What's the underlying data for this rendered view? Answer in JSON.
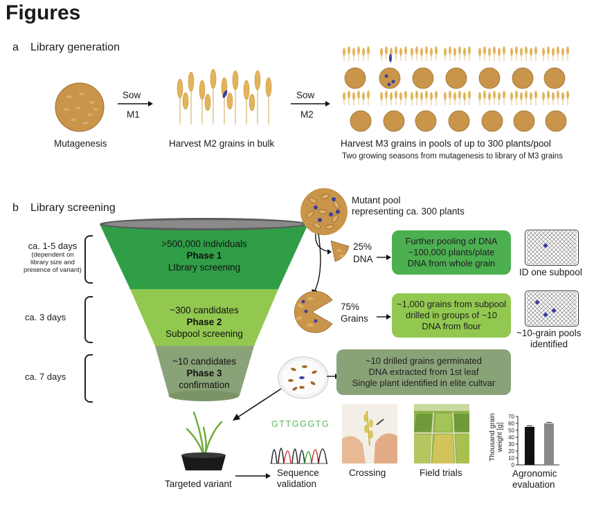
{
  "title": "Figures",
  "section_a": {
    "letter": "a",
    "heading": "Library generation",
    "sow1": "Sow",
    "m1": "M1",
    "sow2": "Sow",
    "m2": "M2",
    "caption_mutagenesis": "Mutagenesis",
    "caption_harvest_m2": "Harvest M2 grains in bulk",
    "caption_harvest_m3": "Harvest M3 grains in pools of up to 300 plants/pool",
    "caption_seasons": "Two growing seasons from mutagenesis to library of M3 grains"
  },
  "section_b": {
    "letter": "b",
    "heading": "Library screening",
    "mutant_pool_line1": "Mutant pool",
    "mutant_pool_line2": "representing ca. 300 plants",
    "days1": "ca. 1-5 days",
    "days1_note1": "(dependent on",
    "days1_note2": "library size and",
    "days1_note3": "presence of variant)",
    "days2": "ca. 3 days",
    "days3": "ca. 7 days",
    "phase1_count": ">500,000 individuals",
    "phase1_name": "Phase 1",
    "phase1_desc": "LIbrary screening",
    "phase2_count": "~300 candidates",
    "phase2_name": "Phase 2",
    "phase2_desc": "Subpool screening",
    "phase3_count": "~10 candidates",
    "phase3_name": "Phase 3",
    "phase3_desc": "confirmation",
    "pct_dna": "25%",
    "pct_dna_label": "DNA",
    "pct_grains": "75%",
    "pct_grains_label": "Grains",
    "box1": [
      "Further pooling of DNA",
      "~100,000 plants/plate",
      "DNA from whole grain"
    ],
    "box2": [
      "~1,000 grains from subpool",
      "drilled in groups of ~10",
      "DNA from flour"
    ],
    "box3": [
      "~10 drilled grains germinated",
      "DNA extracted from 1st leaf",
      "Single plant identified in elite cultvar"
    ],
    "plate1_caption": "ID one subpool",
    "plate2_caption_1": "~10-grain pools",
    "plate2_caption_2": "identified",
    "targeted_variant": "Targeted variant",
    "seq_validation_1": "Sequence",
    "seq_validation_2": "validation",
    "seq_letters": "GTTGGGTG",
    "crossing": "Crossing",
    "field_trials": "Field trials",
    "agronomic_1": "Agronomic",
    "agronomic_2": "evaluation"
  },
  "colors": {
    "phase1": "#2f9e47",
    "phase2": "#92c850",
    "phase3": "#8aa278",
    "box_dark": "#4caf50",
    "box_light": "#92c850",
    "box_gray": "#8aa278",
    "mutant_dot": "#3a3f9e",
    "grain": "#c8954a",
    "seq_green": "#5cb85c"
  },
  "chart_data": {
    "type": "bar",
    "categories": [
      "",
      ""
    ],
    "values": [
      55,
      60
    ],
    "ylabel": "Thousand grain weight [g]",
    "ylim": [
      0,
      70
    ],
    "yticks": [
      "0",
      "10",
      "20",
      "30",
      "40",
      "50",
      "60",
      "70"
    ],
    "colors": [
      "#111111",
      "#888888"
    ]
  }
}
